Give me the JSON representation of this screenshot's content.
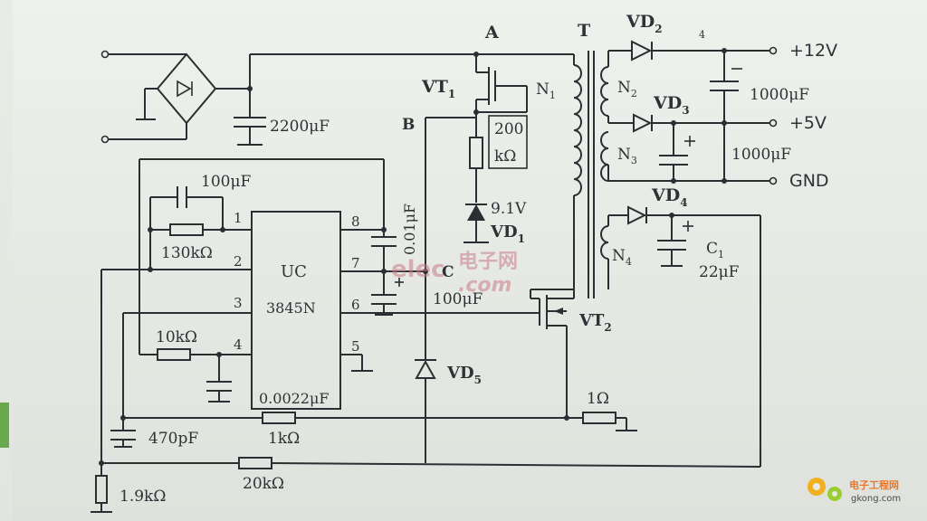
{
  "nodes": {
    "a": "A",
    "b": "B",
    "c": "C"
  },
  "transformer": {
    "t": "T",
    "n1": "N",
    "n2": "N",
    "n3": "N",
    "n4": "N",
    "n1_sub": "1",
    "n2_sub": "2",
    "n3_sub": "3",
    "n4_sub": "4"
  },
  "outputs": {
    "v12": "+12V",
    "v5": "+5V",
    "gnd": "GND"
  },
  "diodes": {
    "vd1": "VD",
    "vd1_sub": "1",
    "vd1_value": "9.1V",
    "vd2": "VD",
    "vd2_sub": "2",
    "vd3": "VD",
    "vd3_sub": "3",
    "vd4": "VD",
    "vd4_sub": "4",
    "vd5": "VD",
    "vd5_sub": "5"
  },
  "transistors": {
    "vt1": "VT",
    "vt1_sub": "1",
    "vt2": "VT",
    "vt2_sub": "2"
  },
  "capacitors": {
    "c_2200": "2200μF",
    "c_100_top": "100μF",
    "c_001": "0.01μF",
    "c_100_mid": "100μF",
    "c_1000_a": "1000μF",
    "c_1000_b": "1000μF",
    "c1": "C",
    "c1_sub": "1",
    "c1_value": "22μF",
    "c_00022": "0.0022μF",
    "c_470": "470pF"
  },
  "resistors": {
    "r_200": "200",
    "r_200_unit": "kΩ",
    "r_130": "130kΩ",
    "r_10": "10kΩ",
    "r_1k": "1kΩ",
    "r_1": "1Ω",
    "r_20": "20kΩ",
    "r_19": "1.9kΩ"
  },
  "ic": {
    "line1": "UC",
    "line2": "3845N",
    "pins": [
      "1",
      "2",
      "3",
      "4",
      "5",
      "6",
      "7",
      "8"
    ]
  },
  "marks": {
    "tick4": "4"
  },
  "watermark": {
    "text": "电子网",
    "sub": ".com",
    "prefix": "elec"
  },
  "logo": {
    "title": "电子工程网",
    "url": "gkong.com"
  },
  "colors": {
    "ink": "#2b2f33",
    "paper": "#e8ebe5",
    "logo": "#e8772a",
    "logo_gear": "#f0b020"
  }
}
